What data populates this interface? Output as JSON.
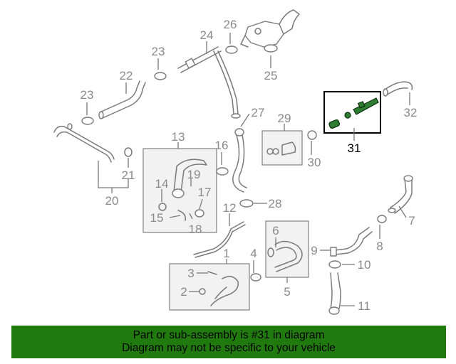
{
  "highlighted_part": "31",
  "colors": {
    "banner": "#207a0e",
    "highlight_part": "#2e7d32",
    "line_art": "#7a7a7a"
  },
  "labels": {
    "p1": "1",
    "p2": "2",
    "p3": "3",
    "p4": "4",
    "p5": "5",
    "p6": "6",
    "p7": "7",
    "p8": "8",
    "p9": "9",
    "p10": "10",
    "p11": "11",
    "p12": "12",
    "p13": "13",
    "p14": "14",
    "p15": "15",
    "p16": "16",
    "p17": "17",
    "p18": "18",
    "p19": "19",
    "p20": "20",
    "p21": "21",
    "p22": "22",
    "p23a": "23",
    "p23b": "23",
    "p24": "24",
    "p25": "25",
    "p26": "26",
    "p27": "27",
    "p28": "28",
    "p29": "29",
    "p30": "30",
    "p31": "31",
    "p32": "32"
  },
  "banner": {
    "line1": "Part or sub-assembly is #31 in diagram",
    "line2": "Diagram may not be specific to your vehicle"
  }
}
